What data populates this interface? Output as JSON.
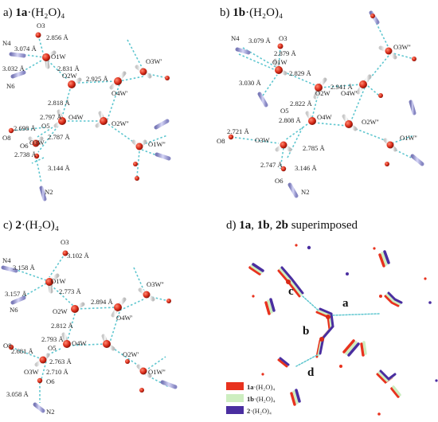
{
  "panels": {
    "a": {
      "title_prefix": "a) ",
      "title_bold": "1a",
      "title_suffix": "·(H₂O)₄",
      "labels": [
        "O3",
        "2.856 Å",
        "N4",
        "3.074 Å",
        "O1W",
        "3.032 Å",
        "2.831 Å",
        "N6",
        "2.925 Å",
        "O3W'",
        "O2W",
        "O4W'",
        "2.818 Å",
        "2.797 Å",
        "O4W",
        "2.698 Å",
        "O5",
        "O2W''",
        "O8",
        "2.787 Å",
        "O6",
        "O3W",
        "O1W''",
        "2.738 Å",
        "3.144 Å",
        "N2"
      ]
    },
    "b": {
      "title_prefix": "b) ",
      "title_bold": "1b",
      "title_suffix": "·(H₂O)₄",
      "labels": [
        "N4",
        "3.079 Å",
        "O3",
        "2.879 Å",
        "O3W''",
        "O1W",
        "2.829 Å",
        "3.030 Å",
        "2.941 Å",
        "O2W",
        "O4W'",
        "2.822 Å",
        "O5",
        "2.808 Å",
        "O4W",
        "O2W''",
        "2.721 Å",
        "O8",
        "O3W",
        "2.785 Å",
        "O1W''",
        "2.747 Å",
        "3.146 Å",
        "O6",
        "N2"
      ]
    },
    "c": {
      "title_prefix": "c) ",
      "title_bold": "2",
      "title_suffix": "·(H₂O)₄",
      "labels": [
        "O3",
        "3.102 Å",
        "N4",
        "3.158 Å",
        "O1W",
        "2.773 Å",
        "3.157 Å",
        "N6",
        "2.894 Å",
        "O3W''",
        "O2W",
        "O4W'",
        "2.812 Å",
        "2.793 Å",
        "O4W",
        "O5",
        "2.681 Å",
        "O8",
        "2.763 Å",
        "O2W'",
        "O3W",
        "2.710 Å",
        "O1W''",
        "O6",
        "3.058 Å",
        "N2"
      ]
    },
    "d": {
      "title_prefix": "d) ",
      "title_bold_1": "1a",
      "title_sep_1": ", ",
      "title_bold_2": "1b",
      "title_sep_2": ", ",
      "title_bold_3": "2b",
      "title_suffix": " superimposed",
      "labels": [
        "c",
        "a",
        "b",
        "d"
      ],
      "legend": [
        {
          "bold": "1a",
          "rest": "·(H₂O)₄",
          "color": "#e8321e"
        },
        {
          "bold": "1b",
          "rest": "·(H₂O)₄",
          "color": "#cdeec0"
        },
        {
          "bold": "2",
          "rest": "·(H₂O)₄",
          "color": "#4a2ea0"
        }
      ]
    }
  },
  "colors": {
    "oxygen": "#d82a18",
    "hydrogen": "#f2f2f2",
    "nitrogen": "#a8a8de",
    "hbond": "#5ec6cf",
    "legend_1a": "#e8321e",
    "legend_1b": "#cdeec0",
    "legend_2": "#4a2ea0"
  }
}
